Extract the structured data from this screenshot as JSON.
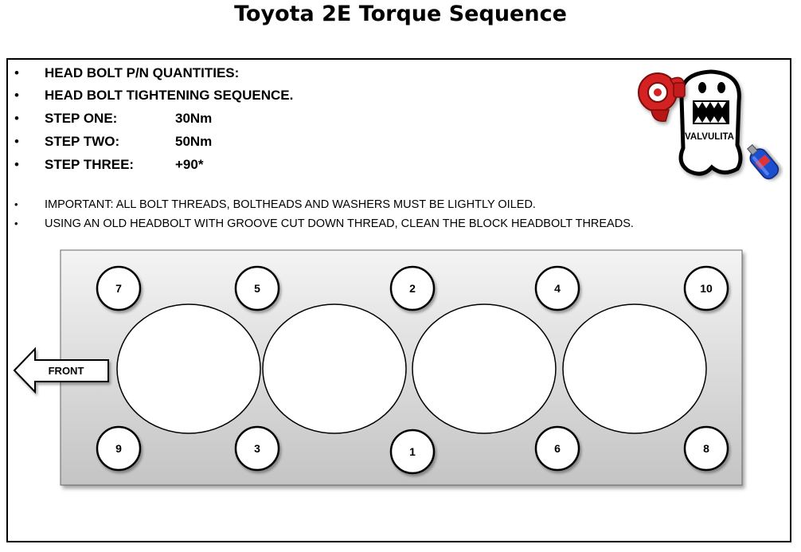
{
  "title": "Toyota 2E Torque Sequence",
  "specs": [
    {
      "label": "HEAD BOLT P/N  QUANTITIES:",
      "value": ""
    },
    {
      "label": "HEAD BOLT TIGHTENING SEQUENCE.",
      "value": ""
    },
    {
      "label": "STEP ONE:",
      "value": "30Nm"
    },
    {
      "label": "STEP TWO:",
      "value": "50Nm"
    },
    {
      "label": "STEP THREE:",
      "value": "+90*"
    }
  ],
  "notes": [
    "IMPORTANT: ALL BOLT THREADS, BOLTHEADS AND WASHERS MUST BE LIGHTLY OILED.",
    "USING AN OLD HEADBOLT WITH GROOVE CUT DOWN THREAD, CLEAN THE BLOCK HEADBOLT THREADS."
  ],
  "bullet": "•",
  "logo_text": "VALVULITA",
  "front_label": "FRONT",
  "bolts": {
    "top": [
      "7",
      "5",
      "2",
      "4",
      "10"
    ],
    "bottom": [
      "9",
      "3",
      "1",
      "6",
      "8"
    ]
  },
  "colors": {
    "turbo_red": "#d42020",
    "bottle_blue": "#1f4fd0",
    "gasket_light": "#f4f4f4",
    "gasket_dark": "#c9c9c9"
  }
}
